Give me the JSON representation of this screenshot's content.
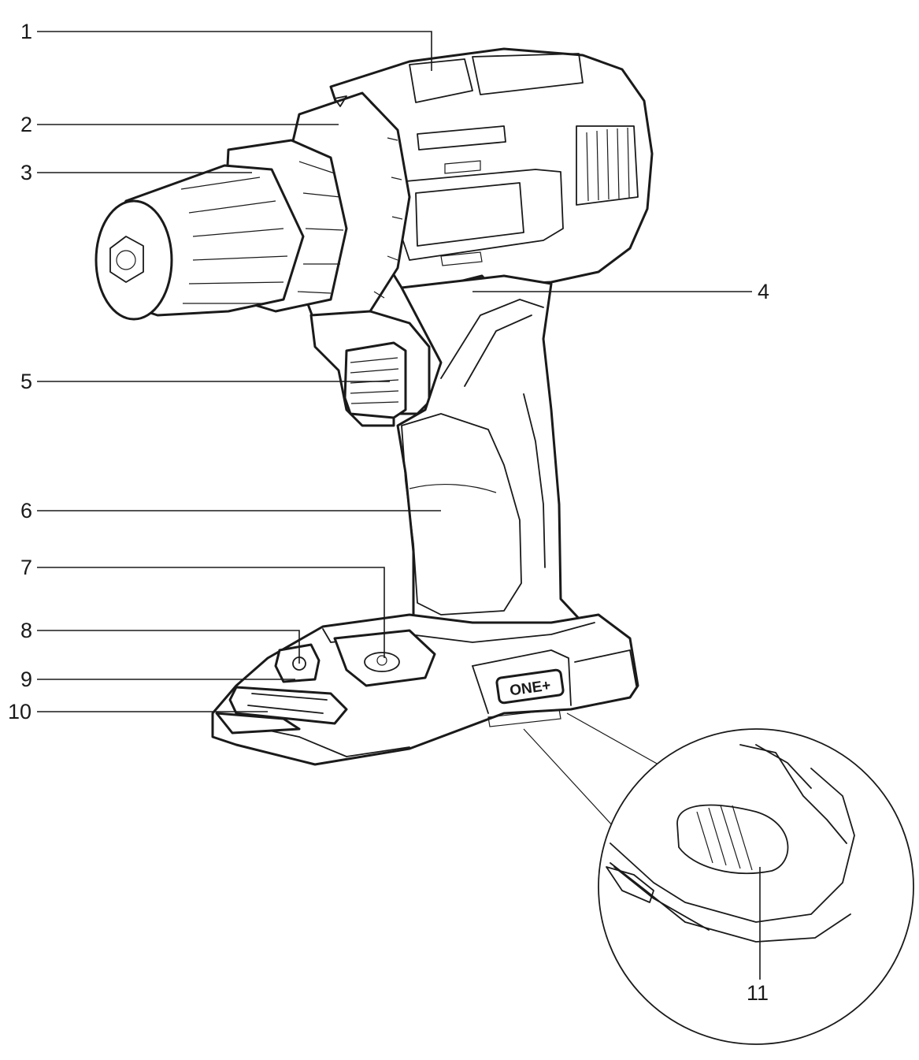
{
  "callouts": [
    {
      "id": "1",
      "label": "1"
    },
    {
      "id": "2",
      "label": "2"
    },
    {
      "id": "3",
      "label": "3"
    },
    {
      "id": "4",
      "label": "4"
    },
    {
      "id": "5",
      "label": "5"
    },
    {
      "id": "6",
      "label": "6"
    },
    {
      "id": "7",
      "label": "7"
    },
    {
      "id": "8",
      "label": "8"
    },
    {
      "id": "9",
      "label": "9"
    },
    {
      "id": "10",
      "label": "10"
    },
    {
      "id": "11",
      "label": "11"
    }
  ],
  "brand_badge": "ONE+"
}
